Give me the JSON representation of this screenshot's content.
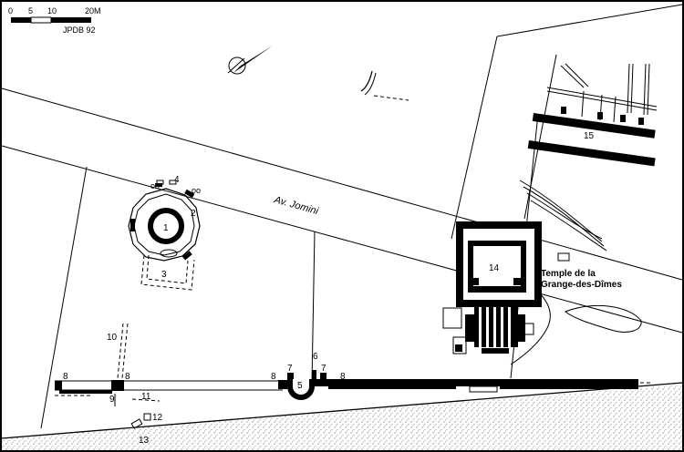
{
  "scale_bar": {
    "ticks": [
      "0",
      "5",
      "10",
      "20M"
    ],
    "credit": "JPDB 92"
  },
  "street": {
    "name": "Av. Jomini"
  },
  "temple": {
    "line1": "Temple de la",
    "line2": "Grange-des-Dîmes"
  },
  "numbers": {
    "n1": "1",
    "n2": "2",
    "n3": "3",
    "n4": "4",
    "n5": "5",
    "n6": "6",
    "n7a": "7",
    "n7b": "7",
    "n8a": "8",
    "n8b": "8",
    "n8c": "8",
    "n8d": "8",
    "n9": "9",
    "n10": "10",
    "n11": "11",
    "n12": "12",
    "n13": "13",
    "n14": "14",
    "n15": "15"
  },
  "colors": {
    "ink": "#000000",
    "paper": "#ffffff"
  },
  "icons": {
    "north_arrow": "north-arrow-icon"
  }
}
